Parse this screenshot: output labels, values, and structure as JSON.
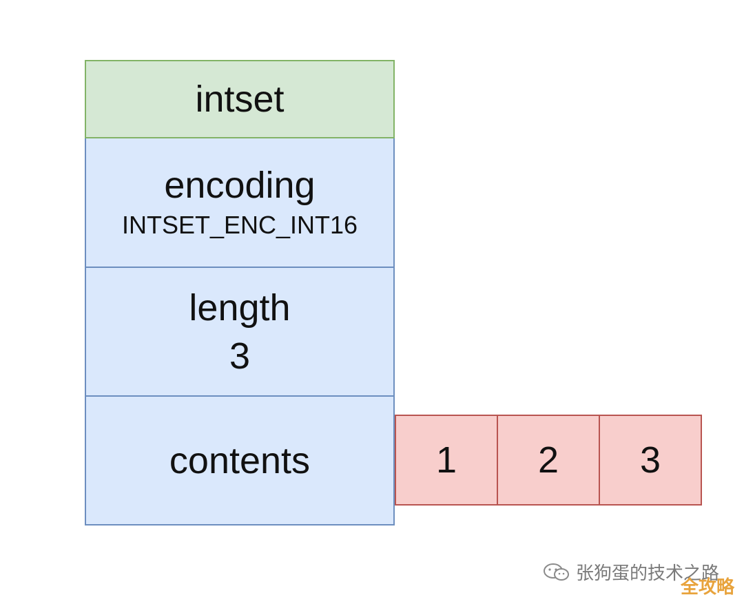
{
  "struct": {
    "header": "intset",
    "fields": [
      {
        "name": "encoding",
        "value": "INTSET_ENC_INT16"
      },
      {
        "name": "length",
        "value": "3"
      },
      {
        "name": "contents"
      }
    ]
  },
  "contents_array": [
    "1",
    "2",
    "3"
  ],
  "watermark": {
    "text": "张狗蛋的技术之路",
    "icon": "wechat-icon"
  },
  "corner_logo": "全攻略",
  "colors": {
    "header_fill": "#d5e8d4",
    "header_border": "#82b366",
    "field_fill": "#dae8fc",
    "field_border": "#6c8ebf",
    "array_fill": "#f8cecc",
    "array_border": "#b85450"
  }
}
